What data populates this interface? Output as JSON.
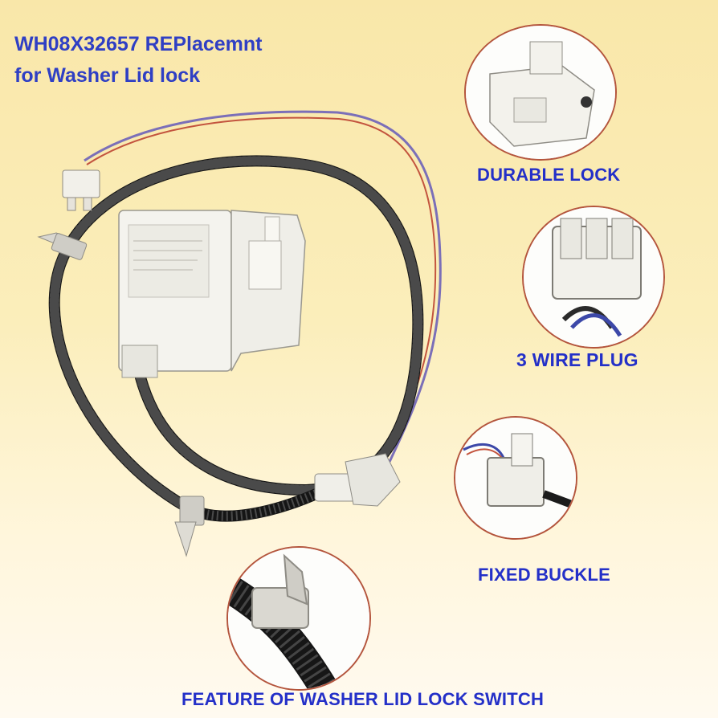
{
  "title": {
    "line1": "WH08X32657 REPlacemnt",
    "line2": "for Washer Lid lock"
  },
  "callouts": {
    "durable_lock": "DURABLE LOCK",
    "wire_plug": "3 WIRE PLUG",
    "fixed_buckle": "FIXED BUCKLE",
    "feature": "FEATURE OF WASHER LID LOCK SWITCH"
  },
  "colors": {
    "text_accent": "#2430c8",
    "circle_border": "#b4553d",
    "background_top": "#f9e7a9",
    "background_bottom": "#fffaf0"
  }
}
